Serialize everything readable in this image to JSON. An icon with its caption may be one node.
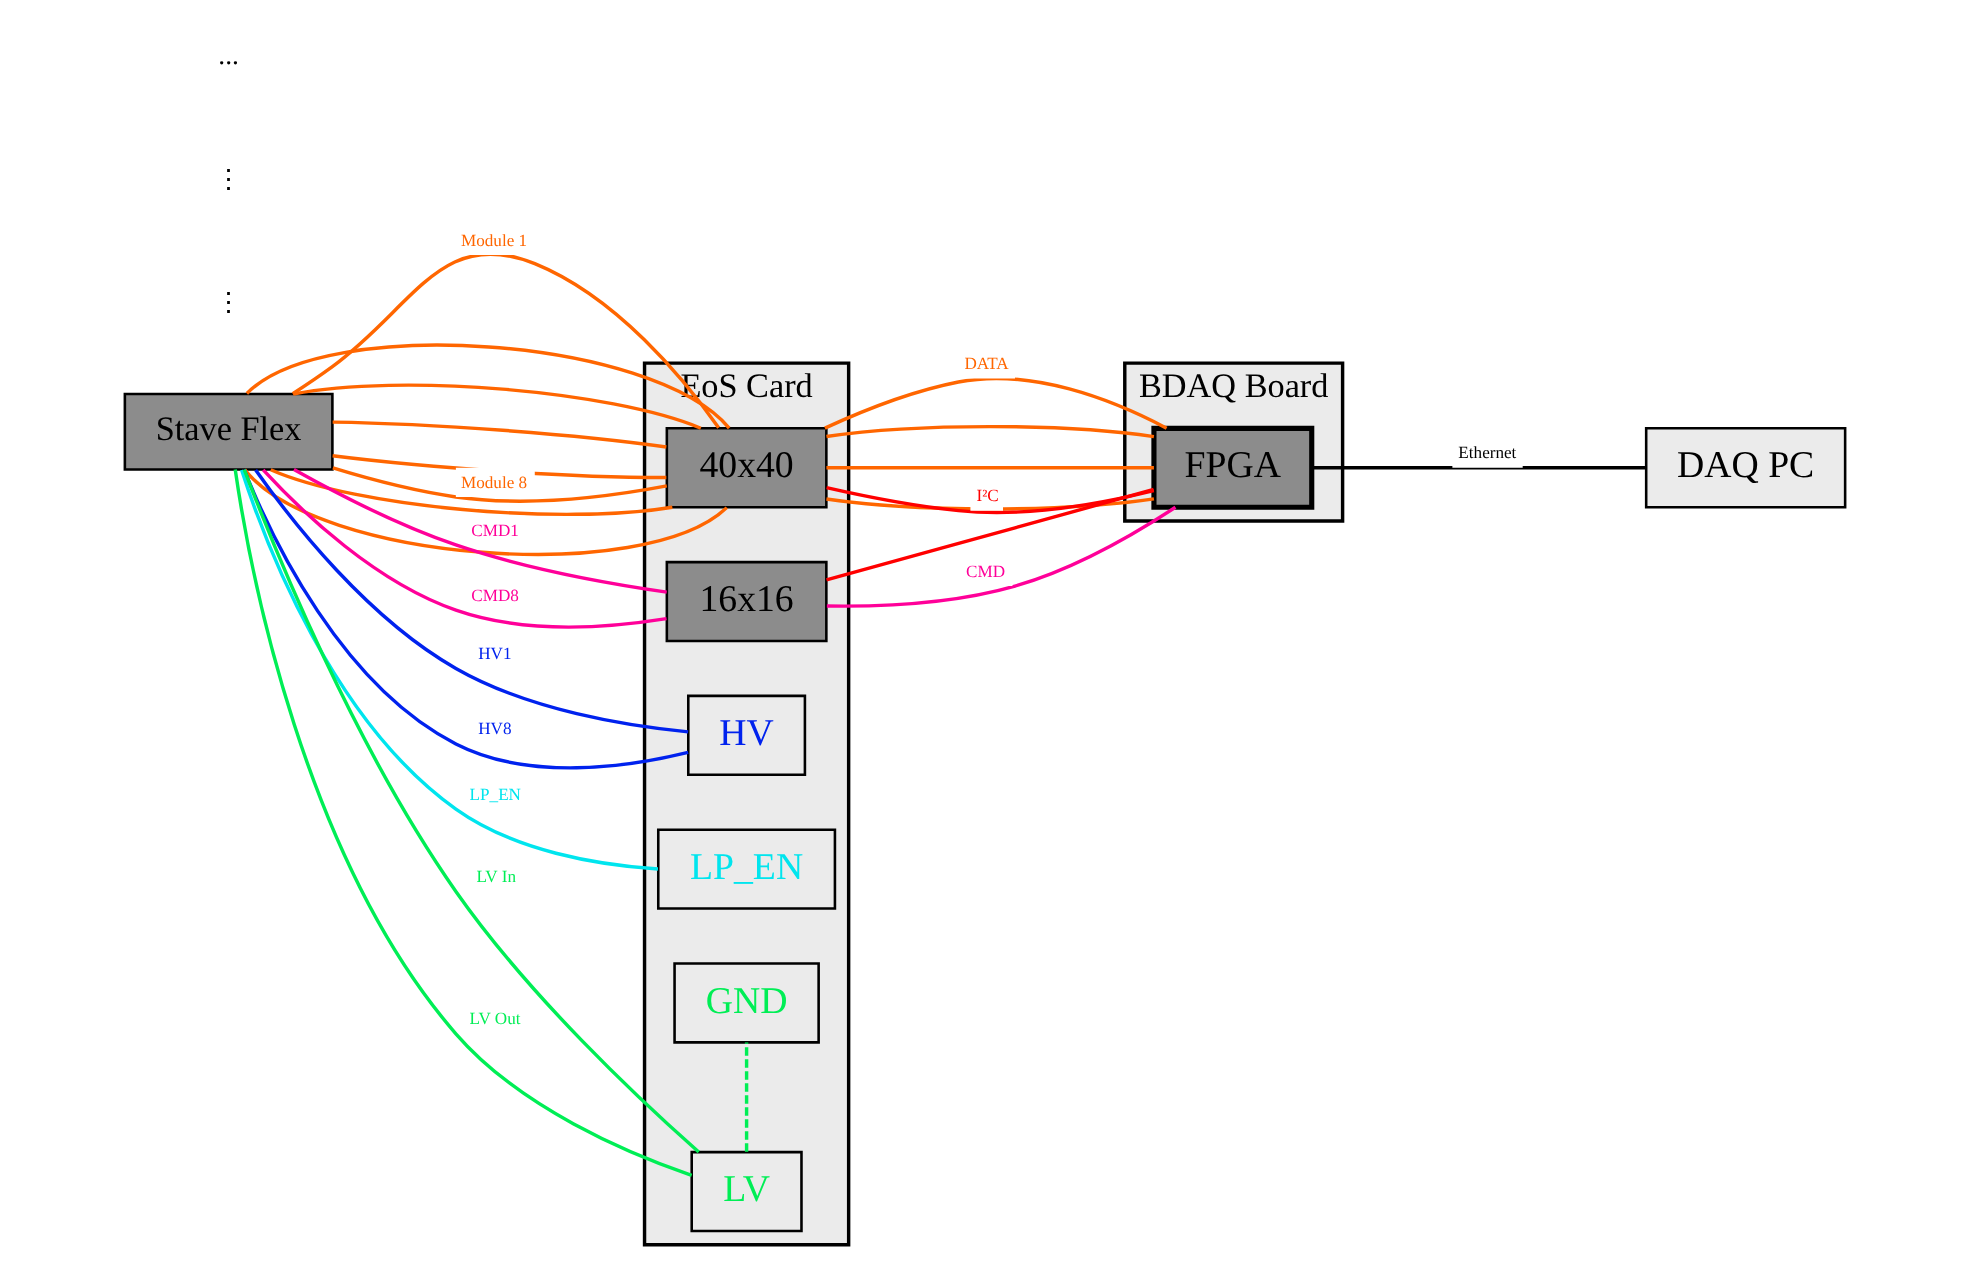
{
  "diagram": {
    "nodes": [
      {
        "text": [
          "EoS Card"
        ]
      },
      {
        "text": [
          "40x40"
        ],
        "in": 0
      },
      {
        "text": [
          "16x16"
        ],
        "in": 0
      },
      {
        "text": [
          "HV"
        ],
        "in": 0
      },
      {
        "text": [
          "LP_EN"
        ],
        "in": 0
      },
      {
        "text": [
          "LV"
        ],
        "in": 0
      },
      {
        "text": [
          "GND"
        ],
        "in": 0
      },
      {
        "text": [
          "Stave Flex"
        ]
      },
      {
        "text": [
          "BDAQ Board"
        ]
      },
      {
        "text": [
          "FPGA"
        ],
        "in": 8
      },
      {
        "text": [
          "DAQ PC"
        ]
      }
    ],
    "edges": [
      {
        "from": 7,
        "to": 1,
        "arrow": "none",
        "label": "Module 1",
        "color": "#ff6600"
      },
      {
        "from": 7,
        "to": 1,
        "arrow": "none",
        "color": "#ff6600"
      },
      {
        "from": 7,
        "to": 1,
        "arrow": "none",
        "color": "#ff6600"
      },
      {
        "from": 7,
        "to": 1,
        "arrow": "none",
        "color": "#ff6600"
      },
      {
        "from": 7,
        "to": 1,
        "arrow": "none",
        "color": "#ff6600"
      },
      {
        "from": 7,
        "to": 1,
        "arrow": "none",
        "color": "#ff6600"
      },
      {
        "from": 7,
        "to": 1,
        "arrow": "none",
        "color": "#ff6600"
      },
      {
        "from": 7,
        "to": 1,
        "arrow": "none",
        "label": "Module 8",
        "color": "#ff6600"
      },
      {
        "from": 1,
        "to": 9,
        "arrow": "none",
        "label": "DATA",
        "color": "#ff6600"
      },
      {
        "from": 1,
        "to": 9,
        "arrow": "none",
        "color": "#ff6600"
      },
      {
        "from": 1,
        "to": 9,
        "arrow": "none",
        "color": "#ff6600"
      },
      {
        "from": 1,
        "to": 9,
        "arrow": "none",
        "color": "#ff6600"
      },
      {
        "from": 1,
        "to": 9,
        "arrow": "none",
        "label": "I²C",
        "color": "#ff0000"
      },
      {
        "from": 2,
        "to": 9,
        "arrow": "none",
        "color": "#ff0000"
      },
      {
        "from": 2,
        "to": 9,
        "arrow": "none",
        "label": "CMD",
        "color": "#ff0099"
      },
      {
        "from": 7,
        "to": 2,
        "arrow": "none",
        "label": "CMD1",
        "color": "#ff0099"
      },
      {
        "from": 7,
        "to": 2,
        "arrow": "none",
        "label": "CMD8",
        "color": "#ff0099"
      },
      {
        "from": 7,
        "to": 3,
        "arrow": "none",
        "label": "HV1",
        "color": "#0022ee"
      },
      {
        "from": 7,
        "to": 3,
        "arrow": "none",
        "label": "HV8",
        "color": "#0022ee"
      },
      {
        "from": 7,
        "to": 4,
        "arrow": "none",
        "label": "LP_EN",
        "color": "#00e5ee"
      },
      {
        "from": 7,
        "to": 5,
        "arrow": "none",
        "label": "LV In",
        "color": "#00ee55"
      },
      {
        "from": 7,
        "to": 5,
        "arrow": "none",
        "label": "LV Out",
        "color": "#00ee55"
      },
      {
        "from": 5,
        "to": 6,
        "arrow": "none",
        "style": "dashed",
        "color": "#00ee55"
      },
      {
        "from": 9,
        "to": 10,
        "arrow": "none",
        "label": "Ethernet",
        "color": "#000000"
      }
    ],
    "labels": [
      "⋮",
      "⋮",
      "..."
    ]
  }
}
